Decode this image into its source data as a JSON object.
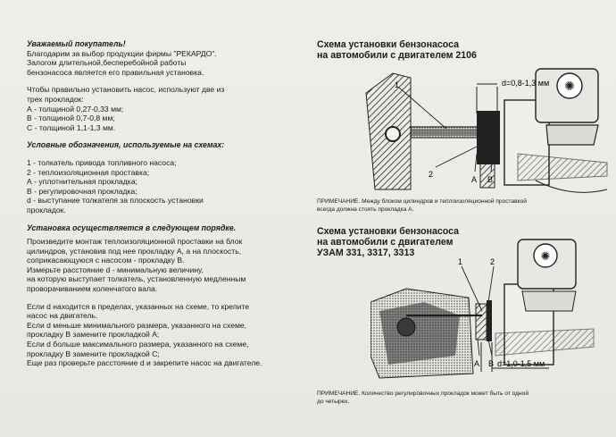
{
  "left": {
    "greeting": "Уважаемый покупатель!",
    "intro": [
      "Благодарим за выбор продукции фирмы \"РЕКАРДО\".",
      "Залогом длительной,бесперебойной работы",
      "бензонасоса является его правильная установка."
    ],
    "gaskets_intro": [
      "Чтобы правильно установить насос, используют две из",
      "трех прокладок:"
    ],
    "gaskets": [
      "А - толщиной 0,27-0,33 мм;",
      "В - толщиной 0,7-0,8 мм;",
      "С - толщиной 1,1-1,3 мм."
    ],
    "legend_heading": "Условные обозначения, используемые на схемах:",
    "legend": [
      "1 - толкатель привода топливного насоса;",
      "2 - теплоизоляционная проставка;",
      "А - уплотнительная прокладка;",
      "В - регулировочная прокладка;",
      "d - выступание толкателя за плоскость установки",
      "прокладок."
    ],
    "procedure_heading": "Установка осуществляется в следующем порядке.",
    "procedure": [
      "Произведите монтаж теплоизоляционной проставки на блок",
      "цилиндров, установив под нее прокладку А, а на плоскость,",
      "соприкасающуюся с насосом - прокладку В.",
      "Измерьте расстояние d - минимальную величину,",
      "на которую выступает толкатель, установленную медленным",
      "проворачиванием коленчатого  вала."
    ],
    "conditions": [
      "Если d находится в пределах, указанных на схеме, то крепите",
      "насос на двигатель.",
      "Если d меньше минимального размера, указанного на схеме,",
      "прокладку В замените прокладкой А;",
      "Если d больше максимального размера, указанного на  схеме,",
      "прокладку В замените прокладкой С;",
      "Еще раз проверьте расстояние  d и закрепите насос на двигателе."
    ]
  },
  "right": {
    "scheme1": {
      "title": [
        "Схема установки бензонасоса",
        "на автомобили с двигателем 2106"
      ],
      "dim": "d=0,8-1,3 мм",
      "labels": {
        "one": "1",
        "two": "2",
        "a": "A",
        "b": "B"
      },
      "note": [
        "ПРИМЕЧАНИЕ.  Между блоком цилиндров и теплоизоляционной проставкой",
        "всегда должна стоять прокладка А."
      ]
    },
    "scheme2": {
      "title": [
        "Схема установки бензонасоса",
        "на автомобили с двигателем",
        "УЗАМ 331, 3317, 3313"
      ],
      "dim": "d=1,0-1,5 мм",
      "labels": {
        "one": "1",
        "two": "2",
        "a": "A",
        "b": "B"
      },
      "note": [
        "ПРИМЕЧАНИЕ.  Количество регулировочных прокладок может быть от одной",
        "до четырех."
      ]
    }
  }
}
